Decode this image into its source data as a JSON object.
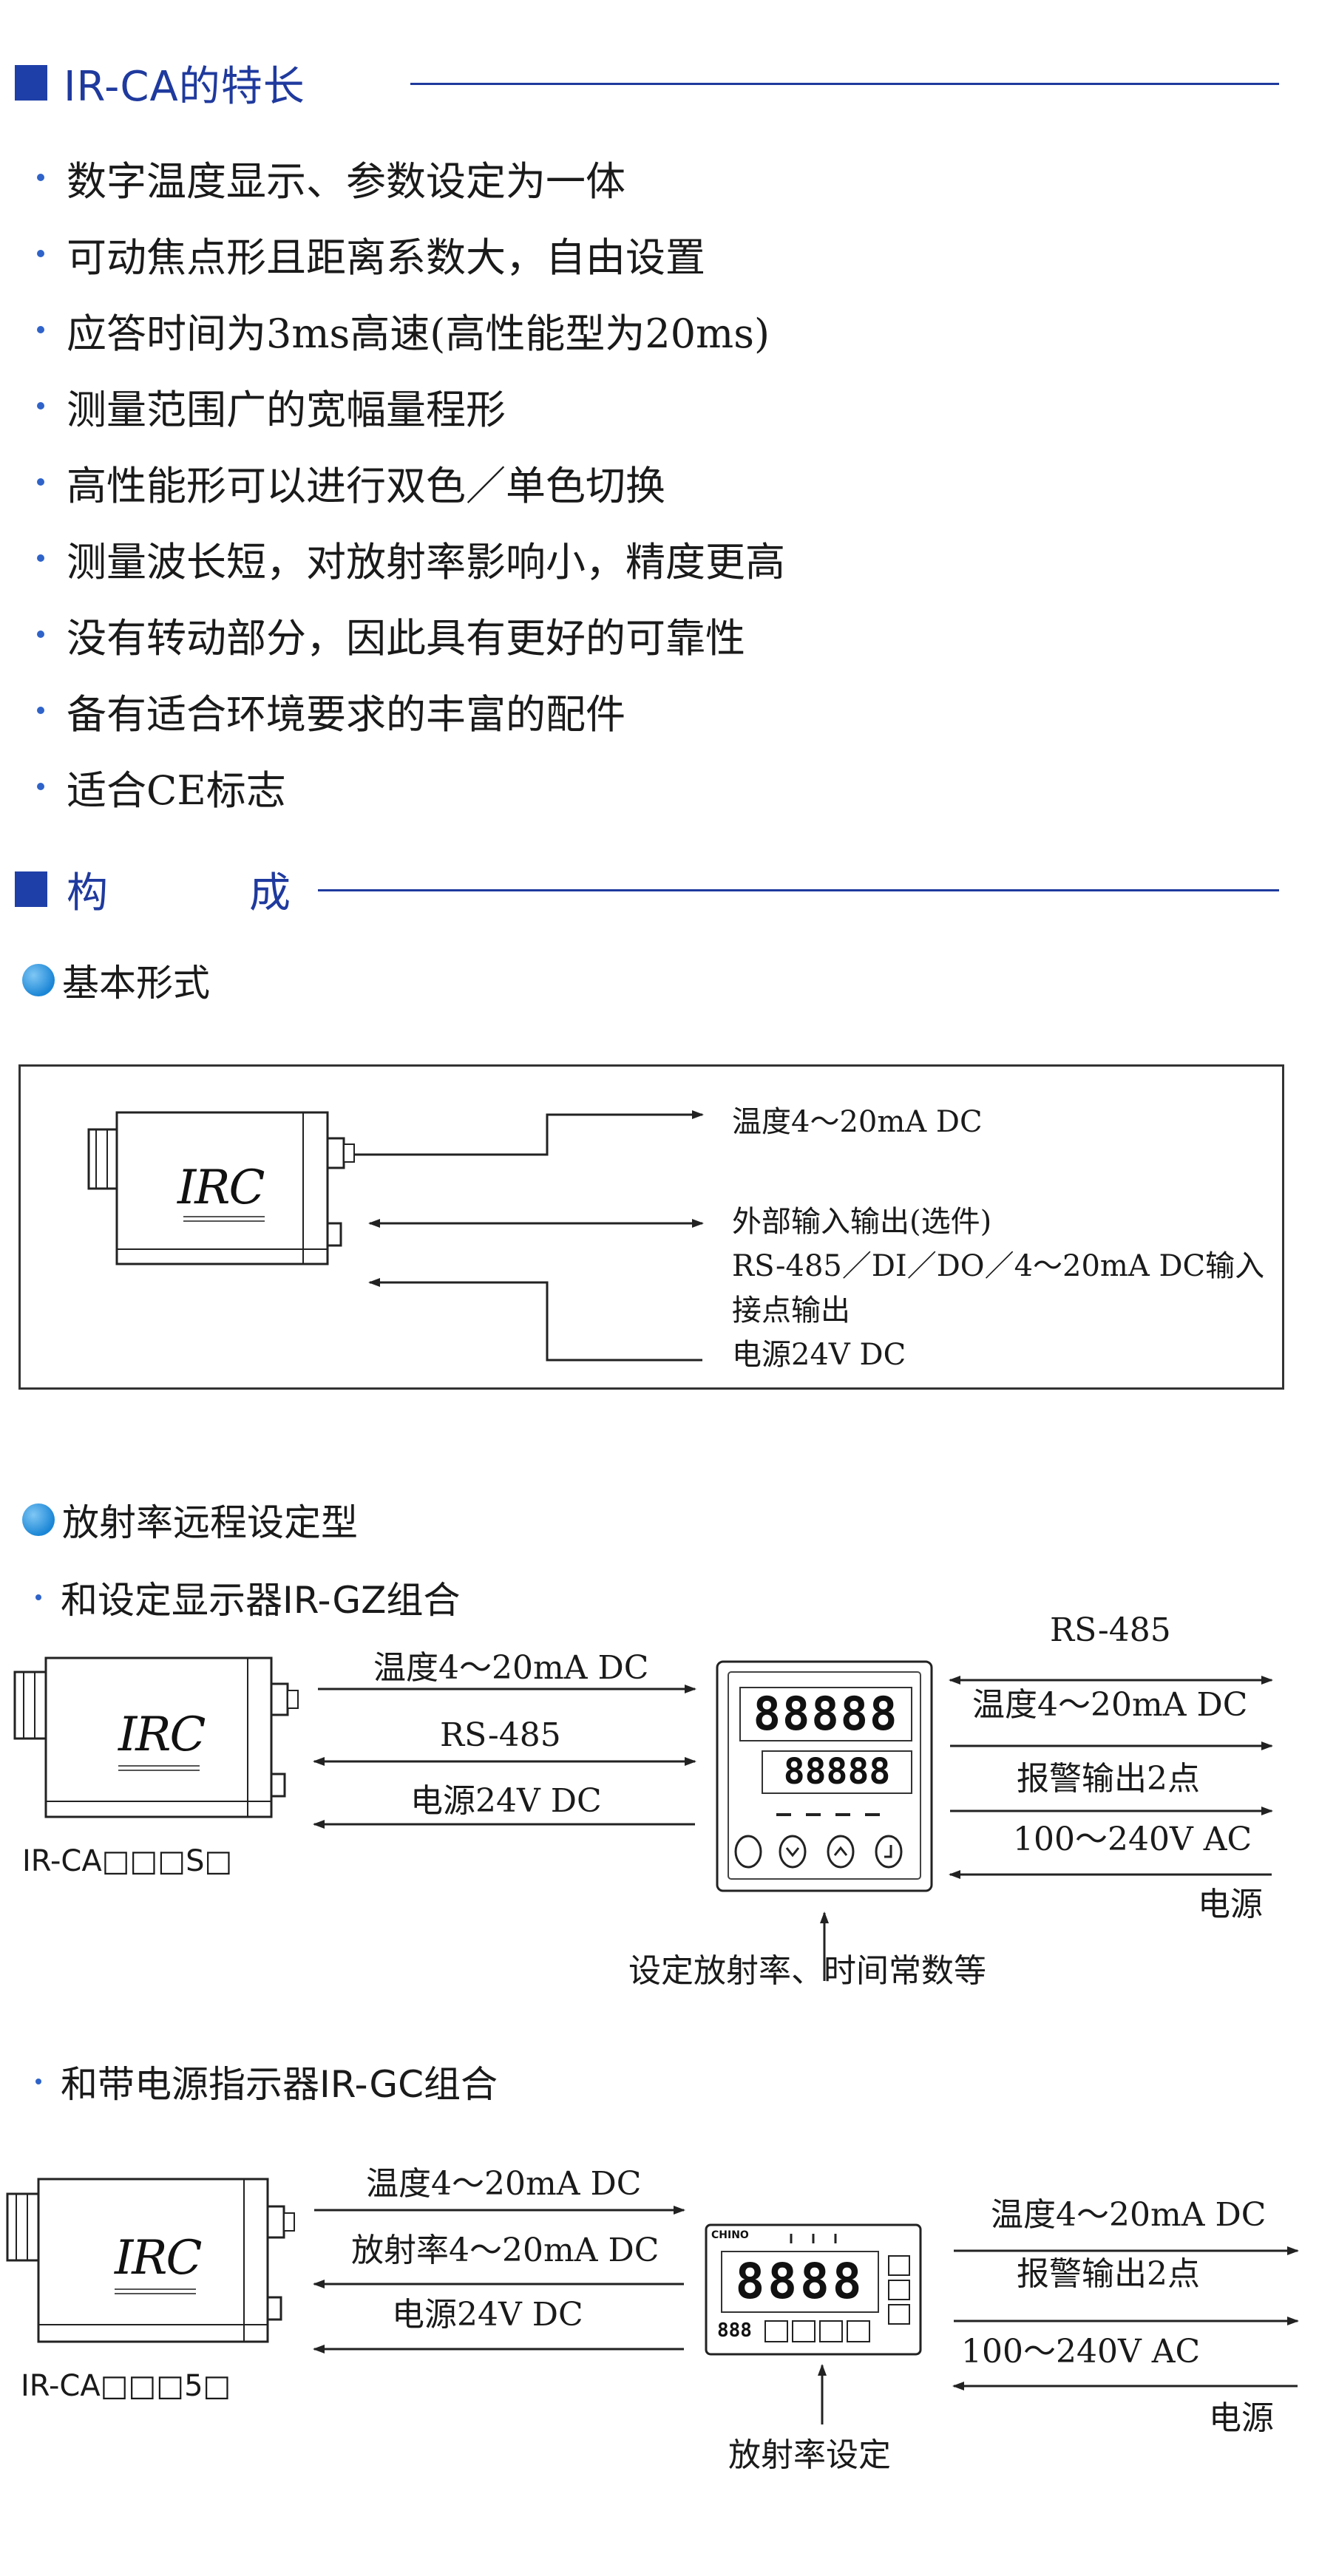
{
  "section1": {
    "title": "IR-CA的特长"
  },
  "features": [
    "数字温度显示、参数设定为一体",
    "可动焦点形且距离系数大，自由设置",
    "应答时间为3ms高速(高性能型为20ms)",
    "测量范围广的宽幅量程形",
    "高性能形可以进行双色／单色切换",
    "测量波长短，对放射率影响小，精度更高",
    "没有转动部分，因此具有更好的可靠性",
    "备有适合环境要求的丰富的配件",
    "适合CE标志"
  ],
  "section2": {
    "title_a": "构",
    "title_b": "成"
  },
  "basic": {
    "heading": "基本形式",
    "camera_logo": "IRC",
    "out_temp": "温度4～20mA  DC",
    "ext_io": "外部输入输出(选件)",
    "ext_io_detail": "RS-485／DI／DO／4～20mA  DC输入",
    "contact_out": "接点输出",
    "power": "电源24V  DC"
  },
  "remote": {
    "heading": "放射率远程设定型",
    "gz": {
      "subheading": "和设定显示器IR-GZ组合",
      "camera_logo": "IRC",
      "camera_label": "IR-CA□□□S□",
      "left_temp": "温度4～20mA  DC",
      "left_rs": "RS-485",
      "left_power": "电源24V  DC",
      "right_rs": "RS-485",
      "right_temp": "温度4～20mA  DC",
      "right_alarm": "报警输出2点",
      "right_ac": "100～240V  AC",
      "right_power": "电源",
      "display_top": "88888",
      "display_bottom": "88888",
      "bottom_note": "设定放射率、时间常数等"
    },
    "gc": {
      "subheading": "和带电源指示器IR-GC组合",
      "camera_logo": "IRC",
      "camera_label": "IR-CA□□□5□",
      "left_temp": "温度4～20mA  DC",
      "left_emis": "放射率4～20mA  DC",
      "left_power": "电源24V  DC",
      "right_temp": "温度4～20mA  DC",
      "right_alarm": "报警输出2点",
      "right_ac": "100～240V  AC",
      "right_power": "电源",
      "display_brand": "CHINO",
      "display_main": "8888",
      "display_small": "888",
      "bottom_note": "放射率设定"
    }
  },
  "colors": {
    "accent": "#1f3a9e",
    "bullet": "#2f63c9",
    "circle": "#1b86d6"
  }
}
